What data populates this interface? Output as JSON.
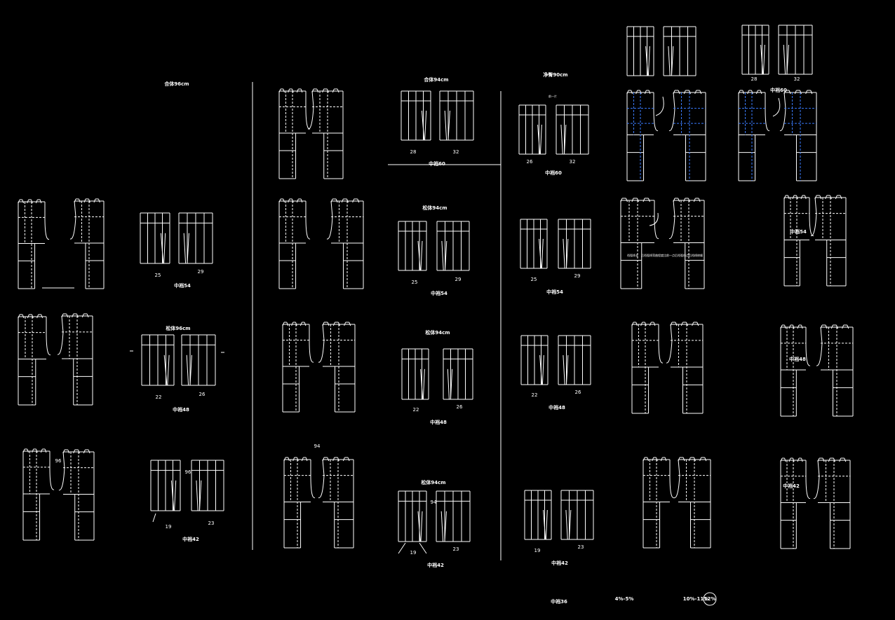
{
  "drawing": {
    "background": "#000000",
    "line_color": "#ffffff",
    "accent_color": "#3a7bff",
    "labels": {
      "hip_96": "合体96cm",
      "hip_loose_96": "松体96cm",
      "hip_94a": "合体94cm",
      "hip_loose_94": "松体94cm",
      "hip_loose_94b": "松体94cm",
      "hip_loose_94c": "松体94cm",
      "net_hip_90": "净臀90cm",
      "size_60a": "中裆60",
      "size_60b": "中裆60",
      "size_60c": "中裆60",
      "size_54a": "中裆54",
      "size_54b": "中裆54",
      "size_54c": "中裆54",
      "size_54d": "中裆54",
      "size_48a": "中裆48",
      "size_48b": "中裆48",
      "size_48c": "中裆48",
      "size_48d": "中裆48",
      "size_42a": "中裆42",
      "size_42b": "中裆42",
      "size_42c": "中裆42",
      "size_42d": "中裆42",
      "size_36": "中裆36",
      "ratio_a": "4%-5%",
      "ratio_b": "10%-11%",
      "ratio_c": "12%",
      "small_note": "前一片",
      "note_a": "裆弧线长",
      "note_b": "后裆弧线弯曲程度比前一点",
      "note_c": "后裆弧线点",
      "note_d": "后裆线修顺"
    },
    "numbers": {
      "n28a": "28",
      "n32a": "32",
      "n28b": "28",
      "n32b": "32",
      "n26a": "26",
      "n32c": "32",
      "n25a": "25",
      "n29a": "29",
      "n25b": "25",
      "n29b": "29",
      "n25c": "25",
      "n29c": "29",
      "n22a": "22",
      "n26b": "26",
      "n22b": "22",
      "n26c": "26",
      "n22c": "22",
      "n26d": "26",
      "n19a": "19",
      "n23a": "23",
      "n19b": "19",
      "n23b": "23",
      "n19c": "19",
      "n23c": "23",
      "n96a": "96",
      "n96b": "96",
      "n94a": "94",
      "n94b": "94"
    }
  }
}
